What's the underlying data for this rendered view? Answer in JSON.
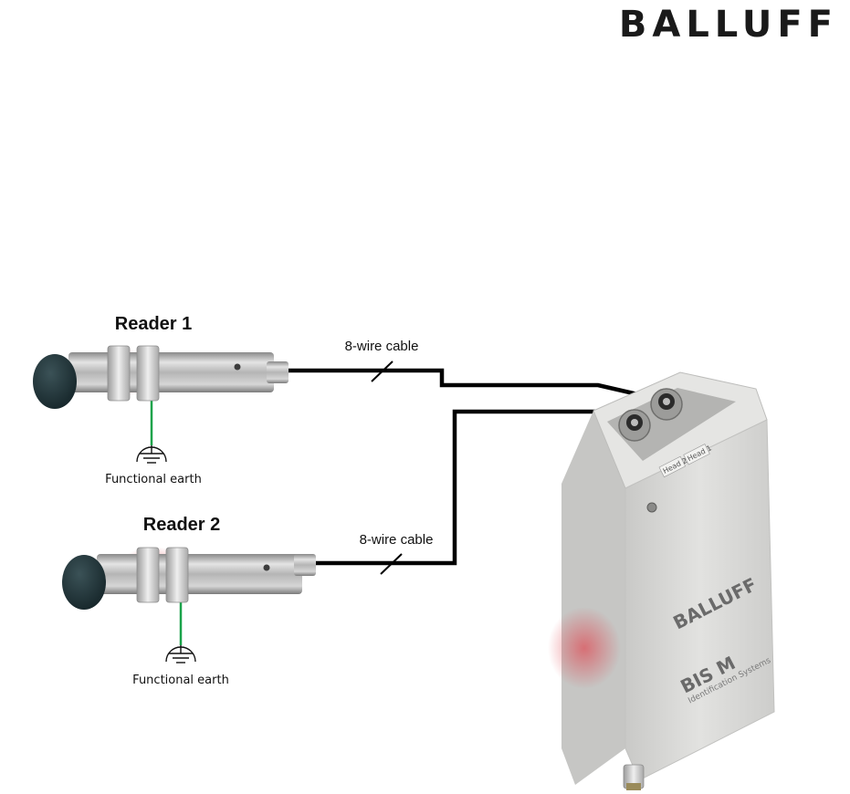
{
  "brand": {
    "logo_text": "BALLUFF"
  },
  "readers": [
    {
      "title": "Reader 1",
      "earth_label": "Functional earth",
      "cable_label": "8-wire cable"
    },
    {
      "title": "Reader 2",
      "earth_label": "Functional earth",
      "cable_label": "8-wire cable"
    }
  ],
  "device": {
    "brand": "BALLUFF",
    "product_line": "BIS M",
    "subtitle": "Identification Systems",
    "ports": [
      "Head 2",
      "Head 1"
    ]
  },
  "colors": {
    "cable": "#000000",
    "earth_wire": "#1aa34a",
    "reader_body": "#b9b9b9",
    "reader_cap": "#24363b",
    "device_body": "#d8d8d6"
  }
}
